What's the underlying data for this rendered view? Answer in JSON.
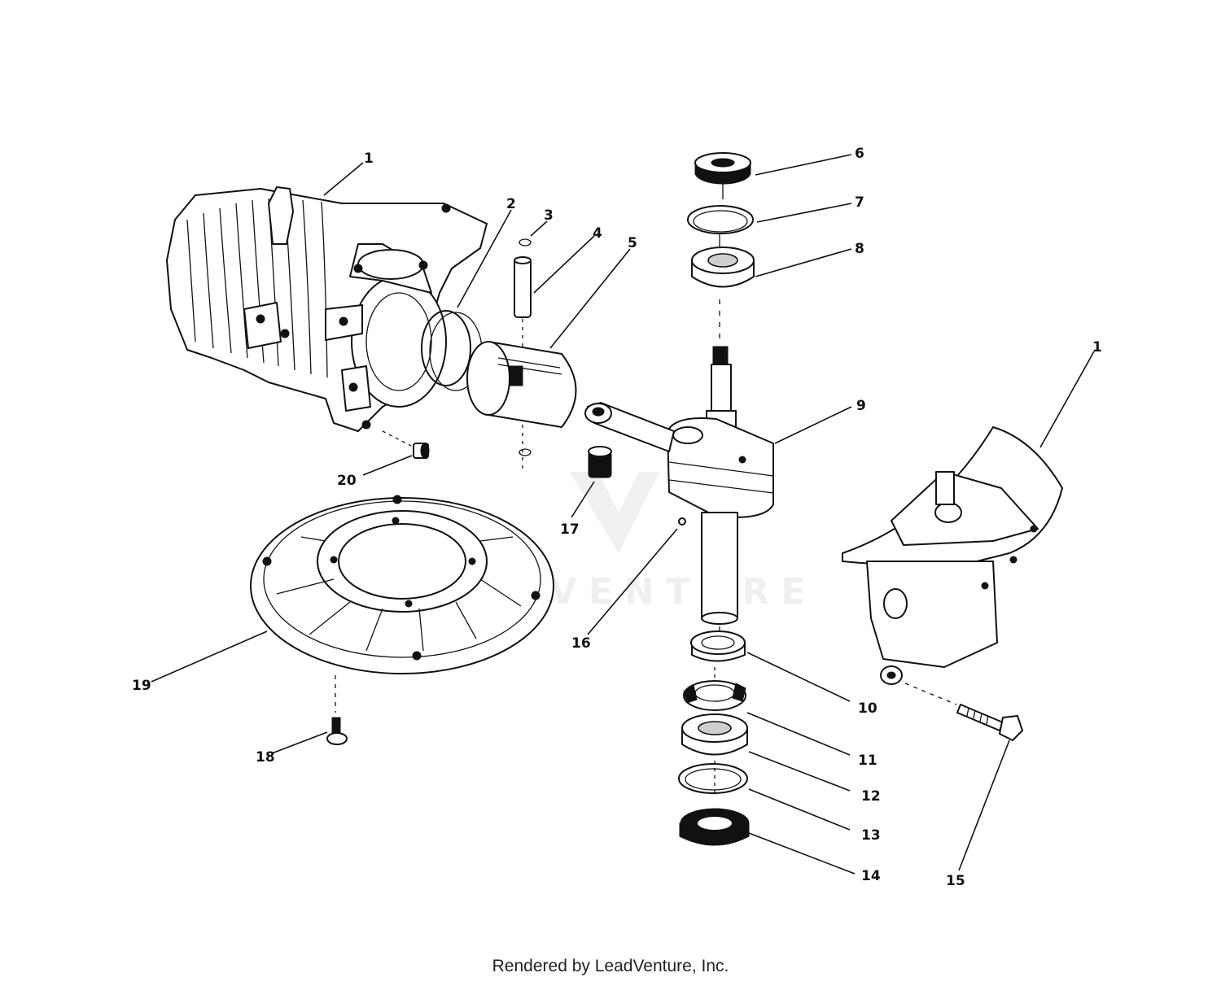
{
  "footer": {
    "text": "Rendered by LeadVenture, Inc."
  },
  "watermark": {
    "text": "LEADVENTURE"
  },
  "callouts": [
    "1",
    "2",
    "3",
    "4",
    "5",
    "6",
    "7",
    "8",
    "9",
    "10",
    "11",
    "12",
    "13",
    "14",
    "15",
    "16",
    "17",
    "18",
    "19",
    "20",
    "1"
  ]
}
